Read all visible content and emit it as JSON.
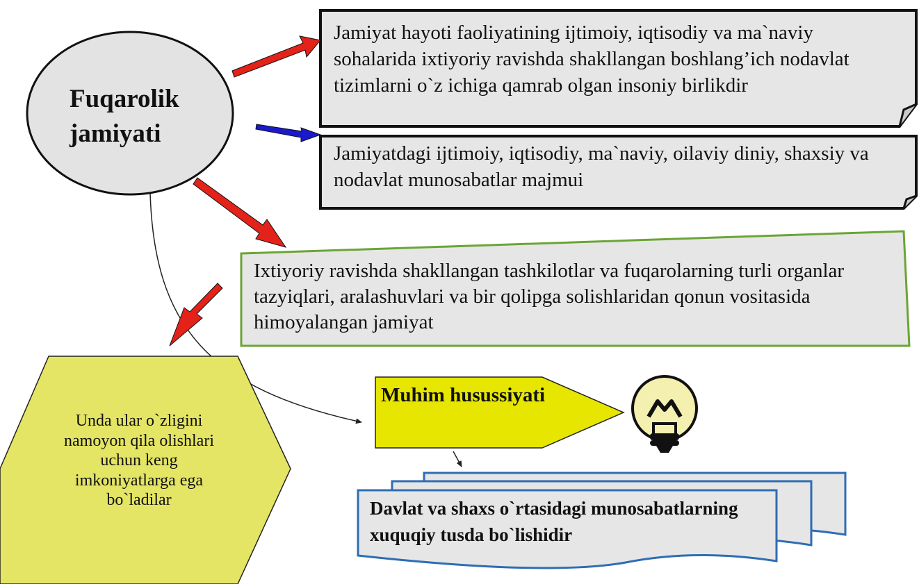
{
  "center_node": {
    "label": "Fuqarolik jamiyati"
  },
  "definitions": [
    {
      "id": "box1",
      "text": "Jamiyat hayoti faoliyatining ijtimoiy, iqtisodiy va ma`naviy sohalarida ixtiyoriy ravishda shakllangan boshlang’ich nodavlat tizimlarni o`z ichiga qamrab olgan insoniy birlikdir",
      "arrow_color": "#e3221a"
    },
    {
      "id": "box2",
      "text": "Jamiyatdagi ijtimoiy, iqtisodiy, ma`naviy, oilaviy diniy, shaxsiy va nodavlat munosabatlar majmui",
      "arrow_color": "#1a1acc"
    },
    {
      "id": "box3",
      "text": "Ixtiyoriy ravishda shakllangan tashkilotlar va fuqarolarning turli organlar tazyiqlari, aralashuvlari va bir qolipga solishlaridan qonun vositasida himoyalangan jamiyat",
      "arrow_color": "#e3221a"
    }
  ],
  "hexagon": {
    "text": "Unda ular o`zligini namoyon qila olishlari uchun keng imkoniyatlarga ega bo`ladilar"
  },
  "feature": {
    "label": "Muhim husussiyati",
    "icon": "lightbulb-icon"
  },
  "feature_result": {
    "text": "Davlat va shaxs o`rtasidagi munosabatlarning xuquqiy tusda bo`lishidir"
  },
  "colors": {
    "box_fill": "#e6e6e6",
    "box_border": "#111111",
    "green_border": "#6aa535",
    "blue_border": "#2e6db4",
    "yellow_fill": "#e4e465",
    "pentagon_fill": "#e6e600",
    "red_arrow": "#e3221a",
    "blue_arrow": "#1a1acc"
  }
}
